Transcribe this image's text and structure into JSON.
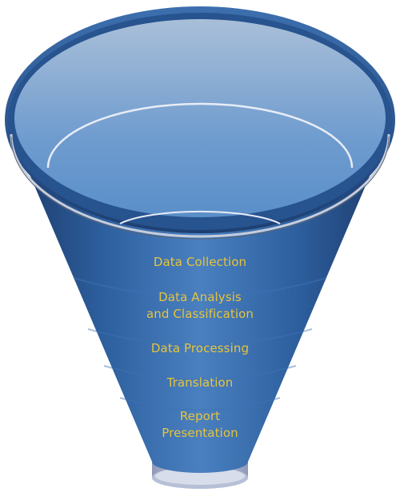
{
  "funnel": {
    "stages": [
      {
        "label": "Data Collection"
      },
      {
        "label": "Data Analysis\nand Classification"
      },
      {
        "label": "Data Processing"
      },
      {
        "label": "Translation"
      },
      {
        "label": "Report\nPresentation"
      }
    ],
    "colors": {
      "body_dark": "#1d3f72",
      "body_mid": "#2f65a6",
      "body_light": "#5d8fcc",
      "interior": "#7aa6d6",
      "label_text": "#e6c43a",
      "spout": "#c9cfe0"
    }
  }
}
